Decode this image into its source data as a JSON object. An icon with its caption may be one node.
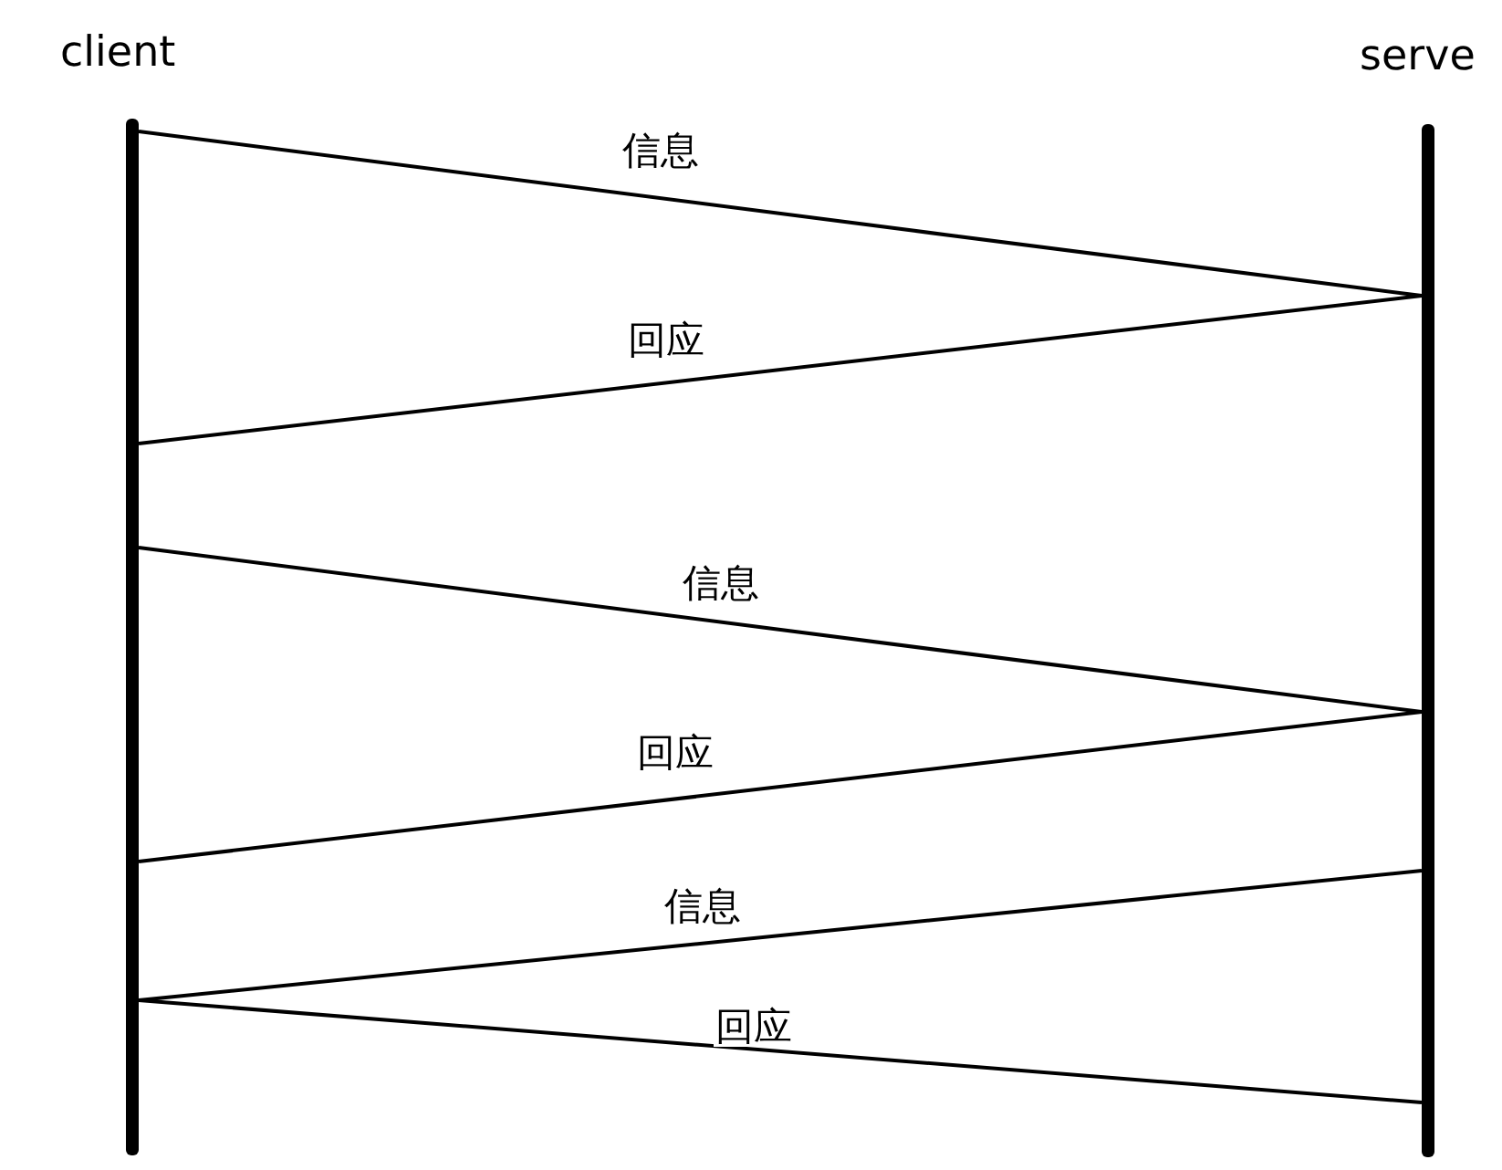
{
  "diagram": {
    "nodes": [
      {
        "text": [
          "client"
        ]
      },
      {
        "text": [
          "serve"
        ]
      }
    ],
    "edges": [
      {
        "from": 0,
        "to": 1,
        "arrow": "none",
        "label": "信息"
      },
      {
        "from": 1,
        "to": 0,
        "arrow": "none",
        "label": "回应"
      },
      {
        "from": 0,
        "to": 1,
        "arrow": "none",
        "label": "信息"
      },
      {
        "from": 1,
        "to": 0,
        "arrow": "none",
        "label": "回应"
      },
      {
        "from": 0,
        "to": 1,
        "arrow": "none",
        "label": "信息"
      },
      {
        "from": 1,
        "to": 0,
        "arrow": "none",
        "label": "回应"
      }
    ]
  }
}
